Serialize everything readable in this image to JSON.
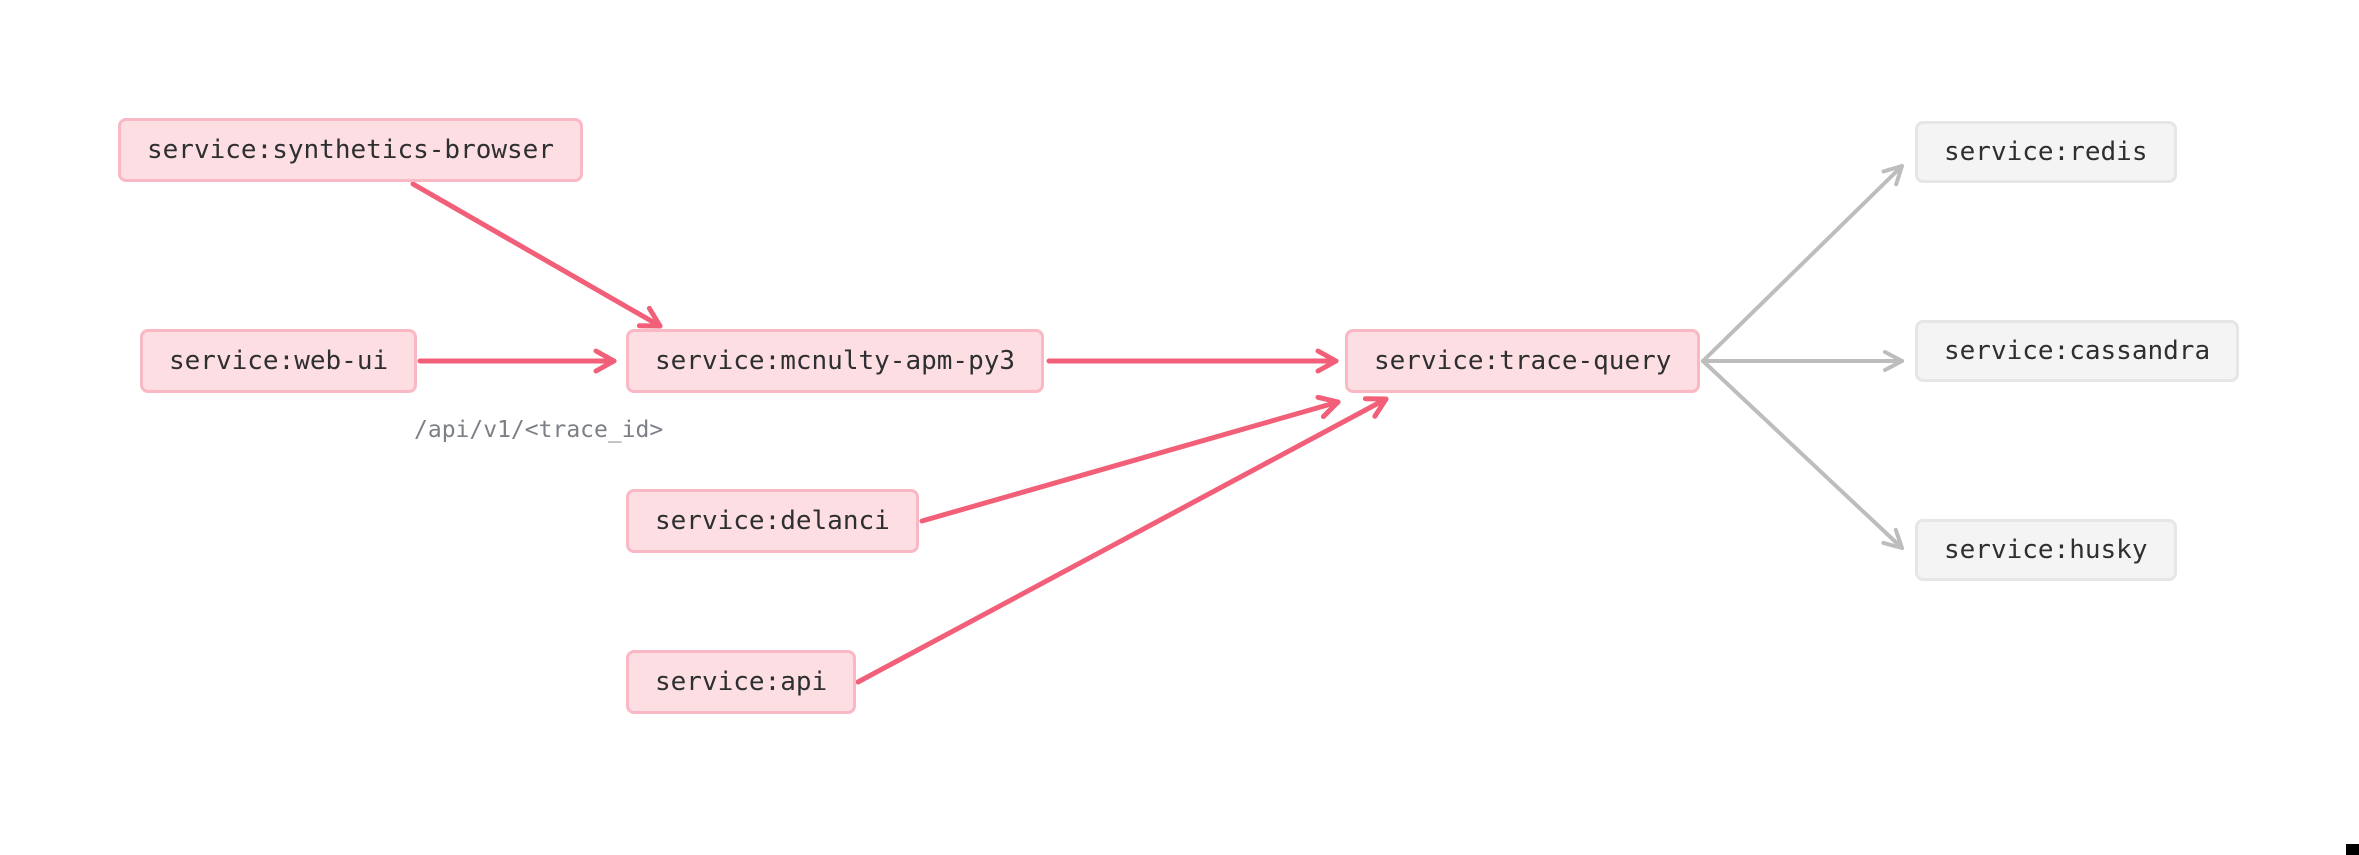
{
  "diagram": {
    "type": "service-dependency-graph",
    "nodes": [
      {
        "id": "synthetics-browser",
        "label": "service:synthetics-browser",
        "variant": "highlighted"
      },
      {
        "id": "web-ui",
        "label": "service:web-ui",
        "variant": "highlighted"
      },
      {
        "id": "mcnulty-apm-py3",
        "label": "service:mcnulty-apm-py3",
        "variant": "highlighted"
      },
      {
        "id": "trace-query",
        "label": "service:trace-query",
        "variant": "highlighted"
      },
      {
        "id": "delanci",
        "label": "service:delanci",
        "variant": "highlighted"
      },
      {
        "id": "api",
        "label": "service:api",
        "variant": "highlighted"
      },
      {
        "id": "redis",
        "label": "service:redis",
        "variant": "muted"
      },
      {
        "id": "cassandra",
        "label": "service:cassandra",
        "variant": "muted"
      },
      {
        "id": "husky",
        "label": "service:husky",
        "variant": "muted"
      }
    ],
    "edges": [
      {
        "from": "synthetics-browser",
        "to": "mcnulty-apm-py3",
        "style": "highlighted",
        "label": ""
      },
      {
        "from": "web-ui",
        "to": "mcnulty-apm-py3",
        "style": "highlighted",
        "label": "/api/v1/<trace_id>"
      },
      {
        "from": "mcnulty-apm-py3",
        "to": "trace-query",
        "style": "highlighted",
        "label": ""
      },
      {
        "from": "delanci",
        "to": "trace-query",
        "style": "highlighted",
        "label": ""
      },
      {
        "from": "api",
        "to": "trace-query",
        "style": "highlighted",
        "label": ""
      },
      {
        "from": "trace-query",
        "to": "redis",
        "style": "muted",
        "label": ""
      },
      {
        "from": "trace-query",
        "to": "cassandra",
        "style": "muted",
        "label": ""
      },
      {
        "from": "trace-query",
        "to": "husky",
        "style": "muted",
        "label": ""
      }
    ]
  },
  "colors": {
    "highlight_edge": "#f25f78",
    "highlight_node_fill": "#fcdee3",
    "highlight_node_border": "#f9b8c4",
    "muted_edge": "#bdbdbd",
    "muted_node_fill": "#f4f4f5",
    "muted_node_border": "#e6e6e8",
    "node_text": "#2e2f31",
    "edge_label_text": "#7c8086",
    "background": "#ffffff"
  }
}
